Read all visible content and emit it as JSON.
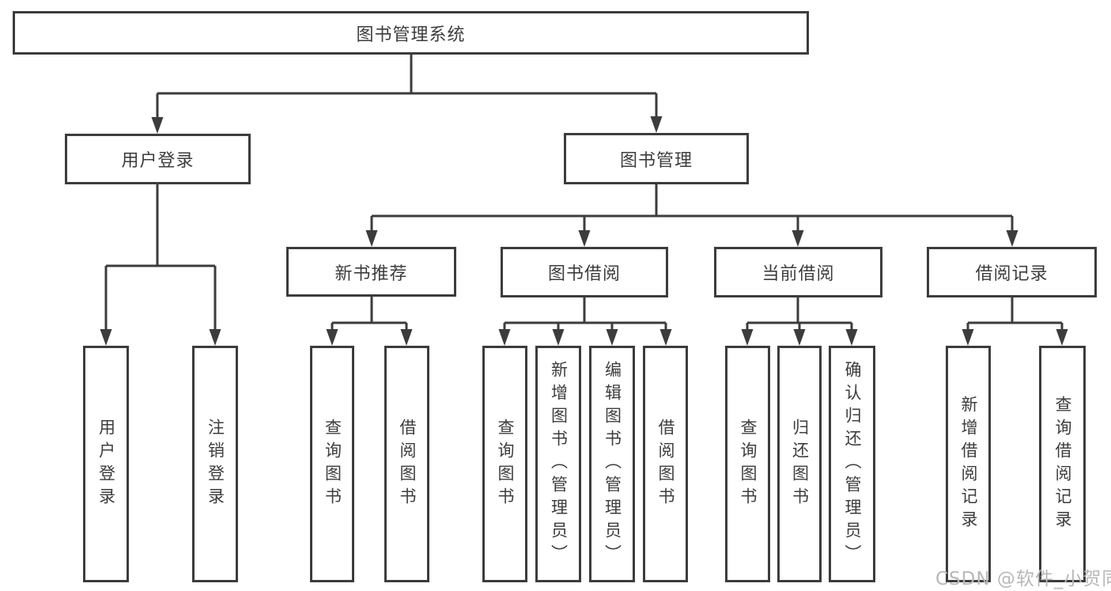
{
  "diagram": {
    "root": {
      "label": "图书管理系统"
    },
    "branches": [
      {
        "label": "用户登录",
        "children": [
          {
            "label": "用户登录"
          },
          {
            "label": "注销登录"
          }
        ]
      },
      {
        "label": "图书管理",
        "children": [
          {
            "label": "新书推荐",
            "children": [
              {
                "label": "查询图书"
              },
              {
                "label": "借阅图书"
              }
            ]
          },
          {
            "label": "图书借阅",
            "children": [
              {
                "label": "查询图书"
              },
              {
                "label": "新增图书（管理员）"
              },
              {
                "label": "编辑图书（管理员）"
              },
              {
                "label": "借阅图书"
              }
            ]
          },
          {
            "label": "当前借阅",
            "children": [
              {
                "label": "查询图书"
              },
              {
                "label": "归还图书"
              },
              {
                "label": "确认归还（管理员）"
              }
            ]
          },
          {
            "label": "借阅记录",
            "children": [
              {
                "label": "新增借阅记录"
              },
              {
                "label": "查询借阅记录"
              }
            ]
          }
        ]
      }
    ],
    "watermark": "CSDN @软件_小贺同学",
    "colors": {
      "line": "#3c3c3c",
      "text": "#3d3d3d",
      "watermark": "#b8b8b8",
      "background": "#ffffff"
    }
  }
}
